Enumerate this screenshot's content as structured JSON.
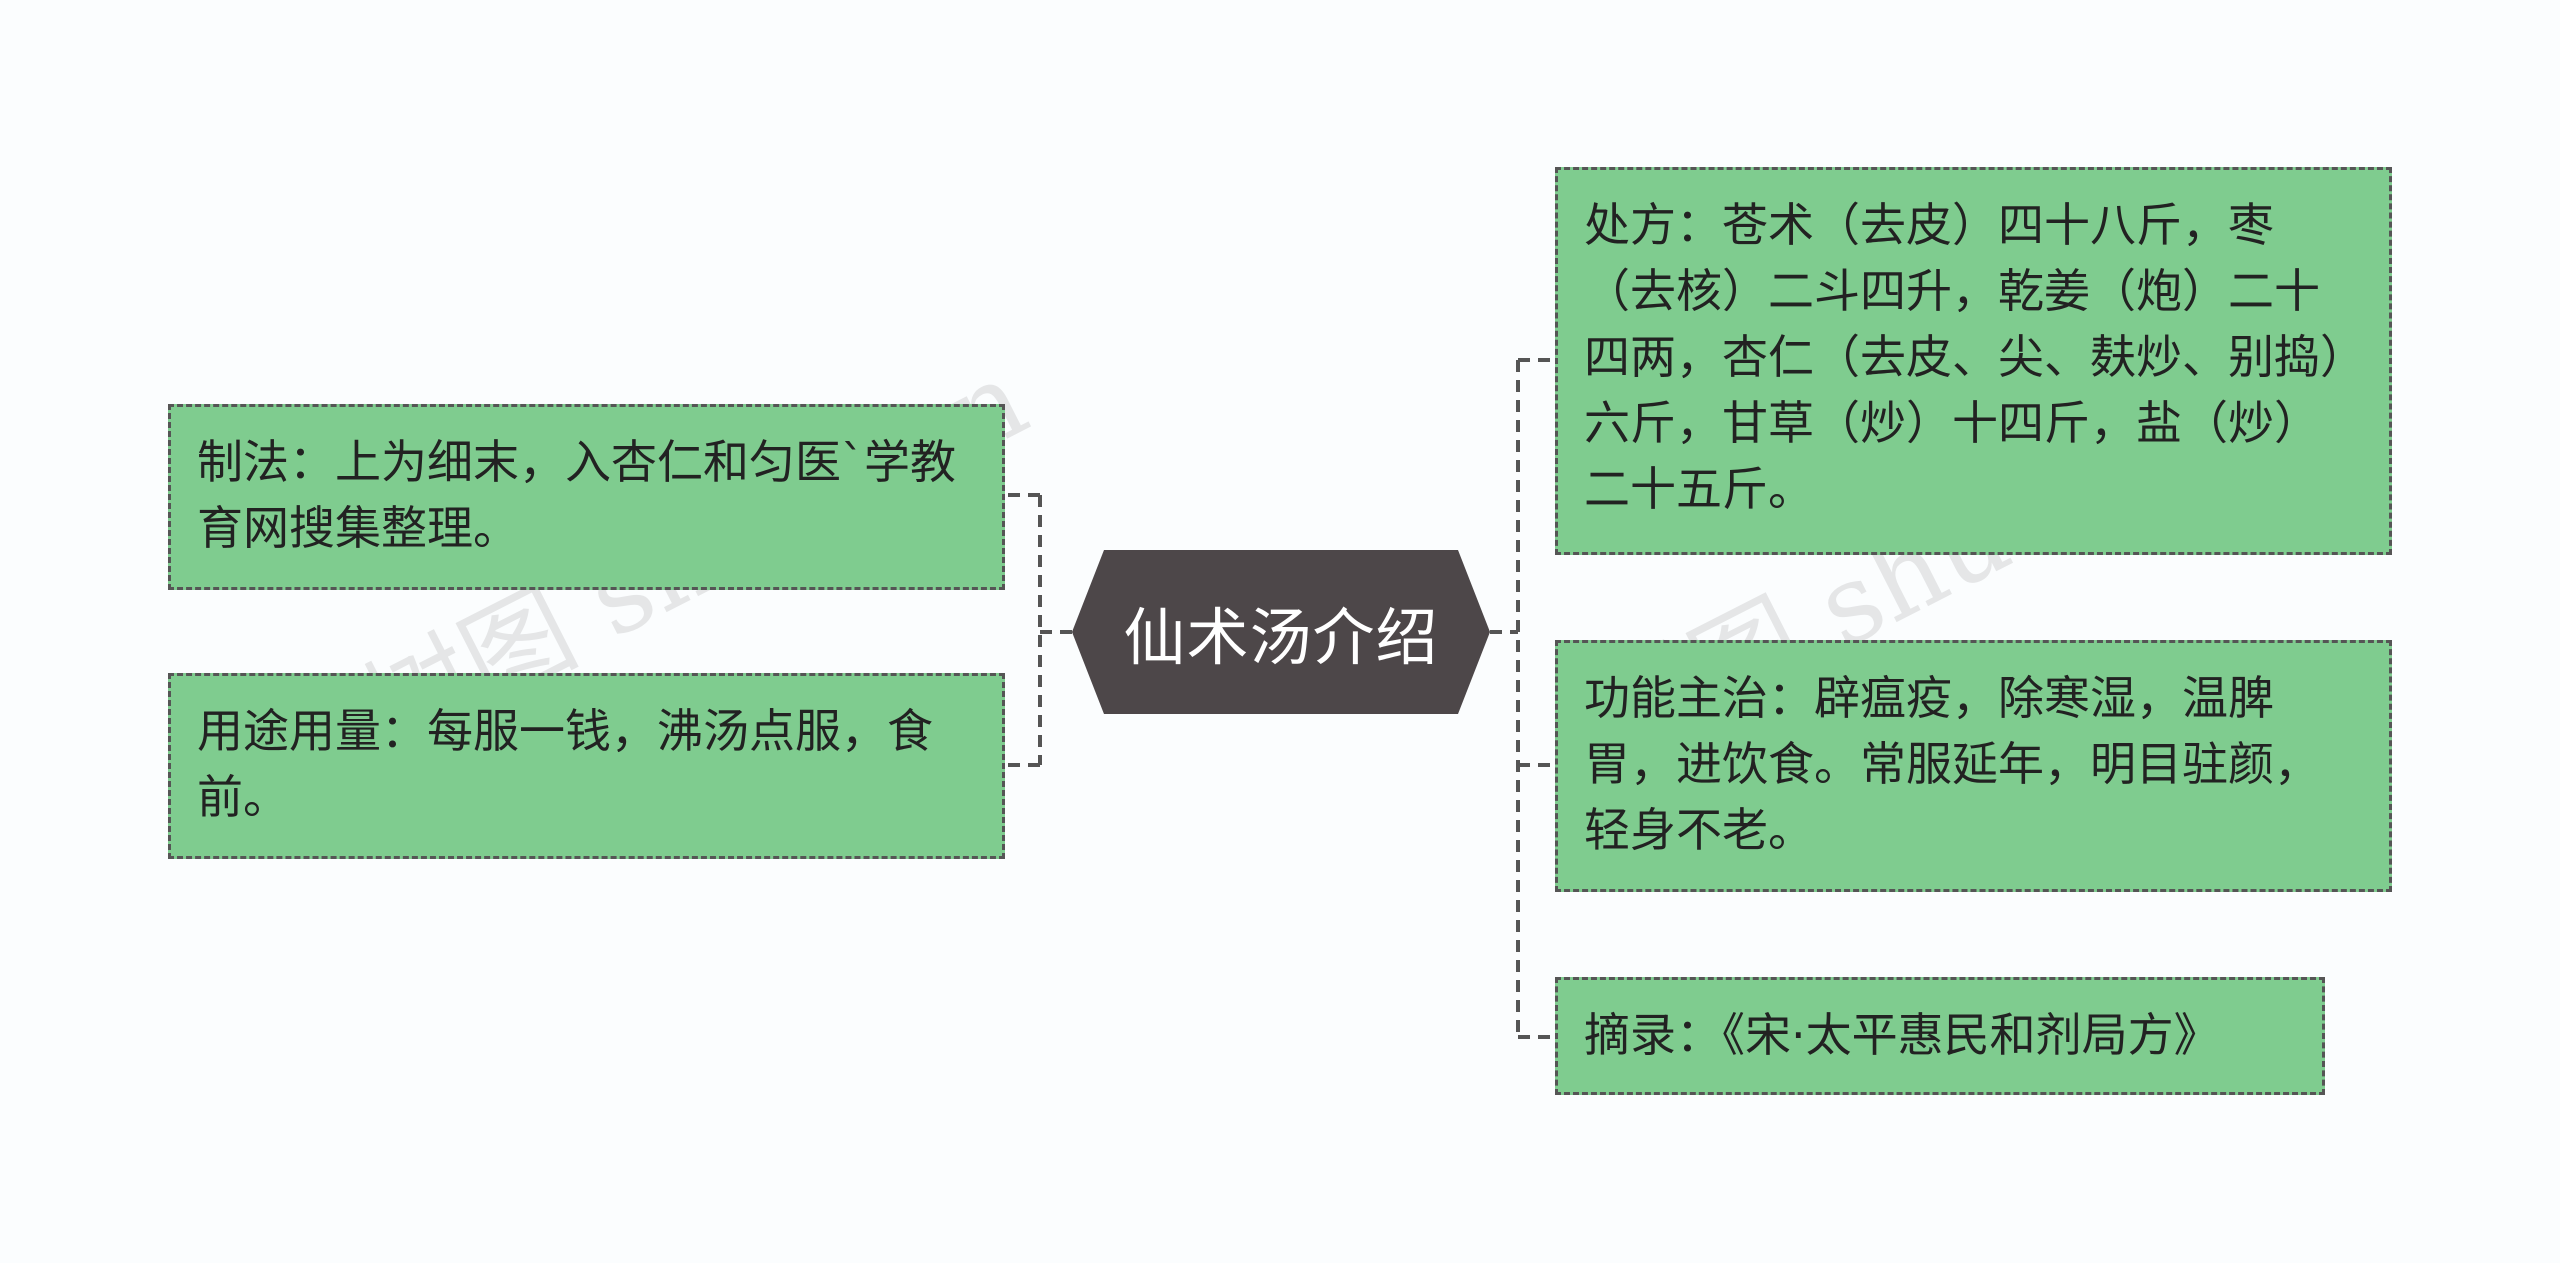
{
  "center": {
    "label": "仙术汤介绍"
  },
  "left_nodes": [
    {
      "text": "制法：上为细末，入杏仁和匀医`学教育网搜集整理。"
    },
    {
      "text": "用途用量：每服一钱，沸汤点服，食前。"
    }
  ],
  "right_nodes": [
    {
      "text": "处方：苍术（去皮）四十八斤，枣（去核）二斗四升，乾姜（炮）二十四两，杏仁（去皮、尖、麸炒、别捣）六斤，甘草（炒）十四斤，盐（炒）二十五斤。"
    },
    {
      "text": "功能主治：辟瘟疫，除寒湿，温脾胃，进饮食。常服延年，明目驻颜，轻身不老。"
    },
    {
      "text": "摘录：《宋·太平惠民和剂局方》"
    }
  ],
  "watermarks": [
    "树图 shutu.cn",
    "树图 shutu.cn"
  ],
  "colors": {
    "node_fill": "#7fcc8f",
    "node_border": "#555555",
    "center_fill": "#4d4749",
    "center_text": "#ffffff",
    "background": "#fbfdfe"
  }
}
